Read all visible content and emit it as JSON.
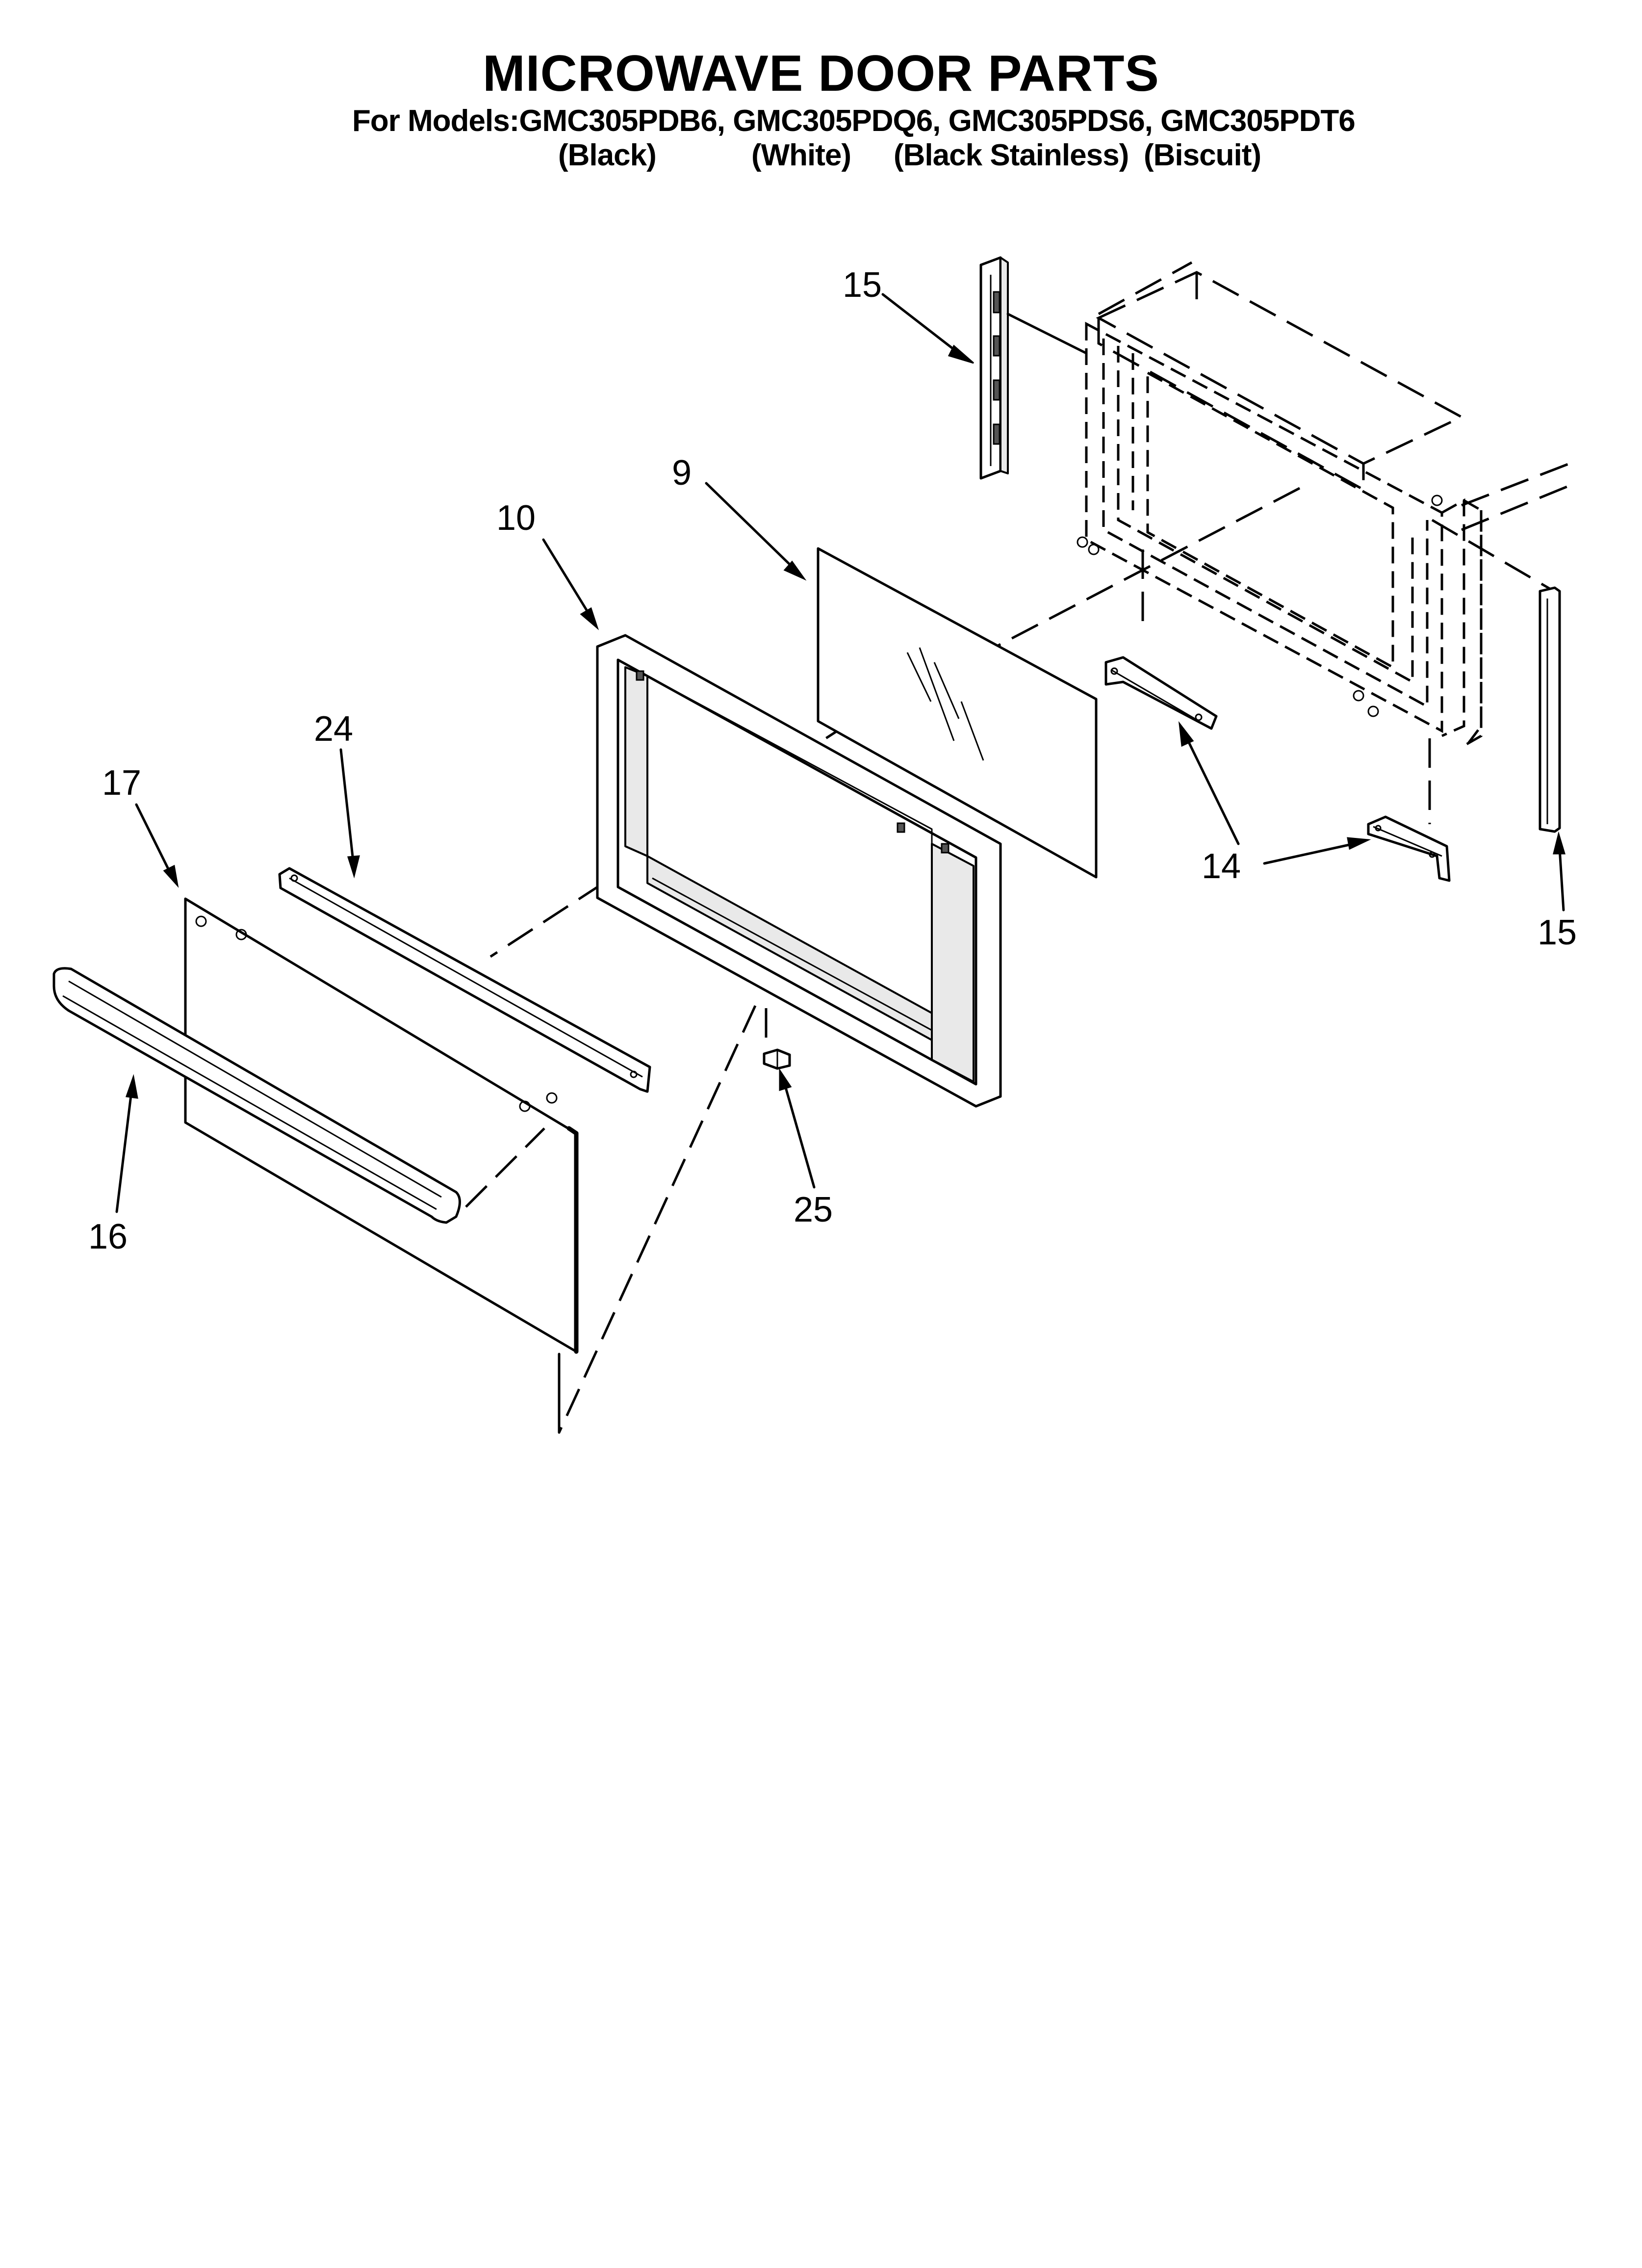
{
  "header": {
    "title": "MICROWAVE DOOR PARTS",
    "models_line": "For Models:GMC305PDB6, GMC305PDQ6, GMC305PDS6, GMC305PDT6",
    "colors": [
      "(Black)",
      "(White)",
      "(Black Stainless)",
      "(Biscuit)"
    ]
  },
  "callouts": {
    "c15_top": "15",
    "c9": "9",
    "c10": "10",
    "c24": "24",
    "c17": "17",
    "c14": "14",
    "c15_right": "15",
    "c25": "25",
    "c16": "16"
  },
  "parts": [
    "vent-trim-left",
    "door-glass",
    "door-frame",
    "trim-strip",
    "door-panel",
    "hinge-bracket",
    "vent-trim-right",
    "spacer-clip",
    "door-handle",
    "microwave-cabinet"
  ]
}
